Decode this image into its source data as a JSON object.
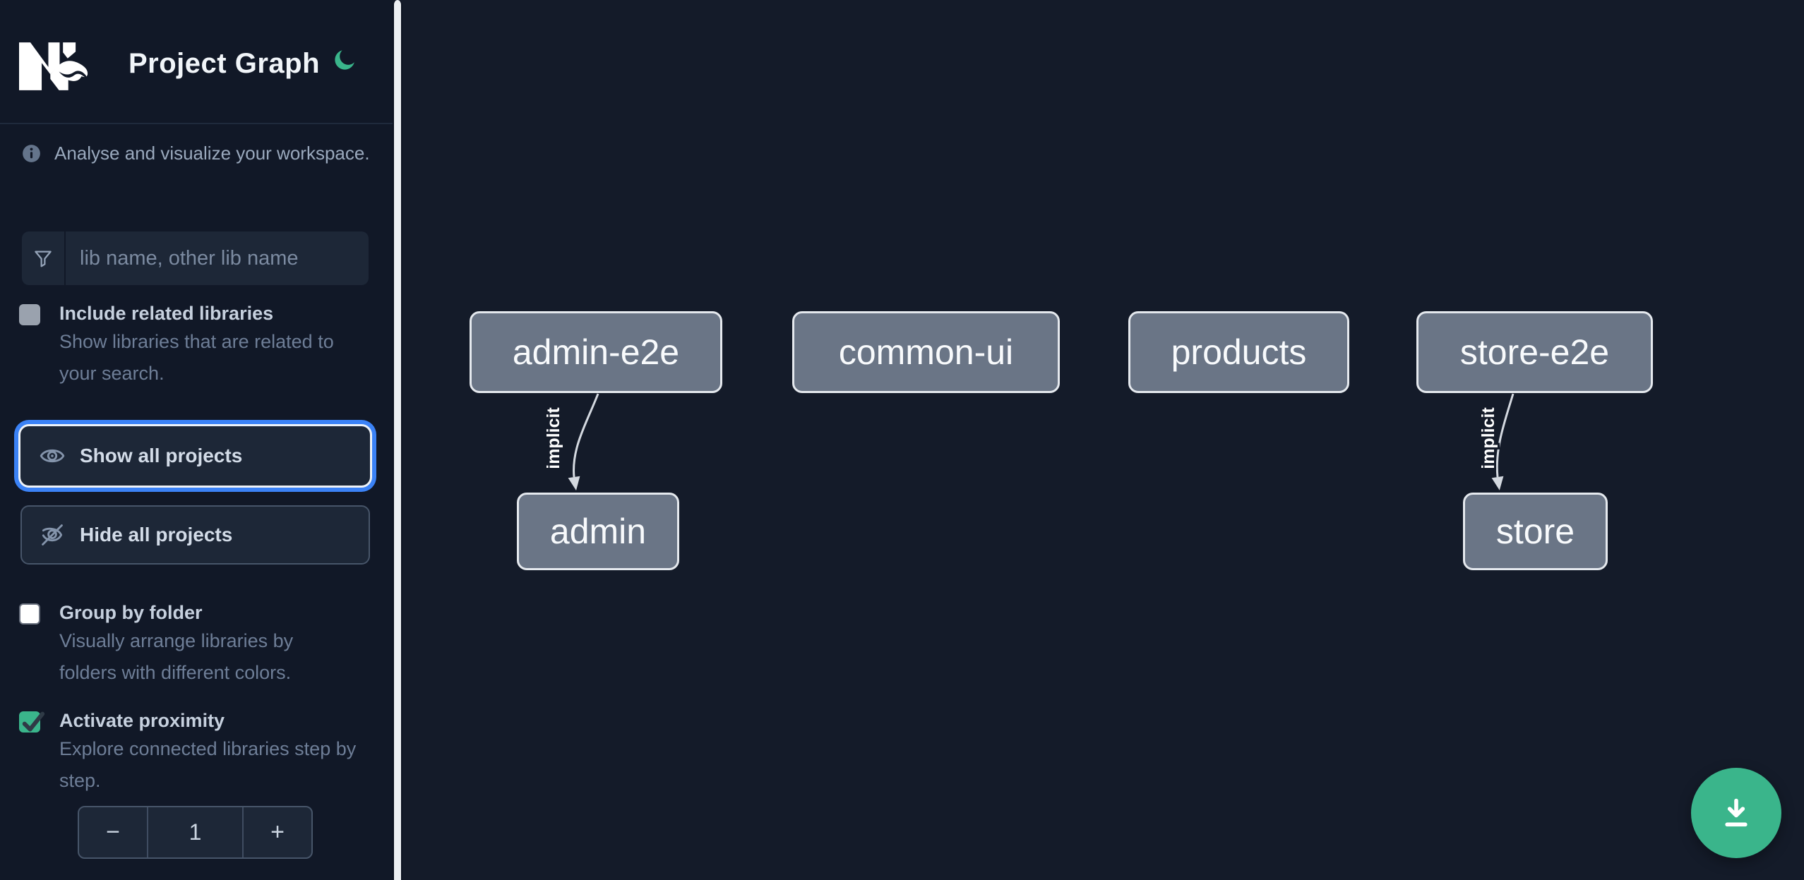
{
  "header": {
    "logo": "Nx",
    "title": "Project Graph"
  },
  "sidebar": {
    "tagline": "Analyse and visualize your workspace.",
    "filter": {
      "placeholder": "lib name, other lib name",
      "value": ""
    },
    "options": [
      {
        "label": "Include related libraries",
        "description": "Show libraries that are related to your search.",
        "checked": false,
        "disabled": true
      },
      {
        "label": "Group by folder",
        "description": "Visually arrange libraries by folders with different colors.",
        "checked": false,
        "disabled": false
      },
      {
        "label": "Activate proximity",
        "description": "Explore connected libraries step by step.",
        "checked": true,
        "disabled": false
      }
    ],
    "actions": [
      {
        "label": "Show all projects",
        "focused": true
      },
      {
        "label": "Hide all projects",
        "focused": false
      }
    ],
    "stepper": {
      "decrement": "−",
      "value": "1",
      "increment": "+"
    }
  },
  "graph": {
    "nodes": [
      {
        "id": "admin-e2e",
        "label": "admin-e2e"
      },
      {
        "id": "common-ui",
        "label": "common-ui"
      },
      {
        "id": "products",
        "label": "products"
      },
      {
        "id": "store-e2e",
        "label": "store-e2e"
      },
      {
        "id": "admin",
        "label": "admin"
      },
      {
        "id": "store",
        "label": "store"
      }
    ],
    "edges": [
      {
        "from": "admin-e2e",
        "to": "admin",
        "label": "implicit",
        "type": "implicit"
      },
      {
        "from": "store-e2e",
        "to": "store",
        "label": "implicit",
        "type": "implicit"
      }
    ]
  },
  "colors": {
    "accent_green": "#3ab58b",
    "focus_blue": "#3b82f6",
    "node_fill": "#6a7586",
    "node_border": "#e5e9ee",
    "edge": "#d4d9e0",
    "sidebar_bg": "#111827",
    "canvas_bg": "#141b29"
  }
}
